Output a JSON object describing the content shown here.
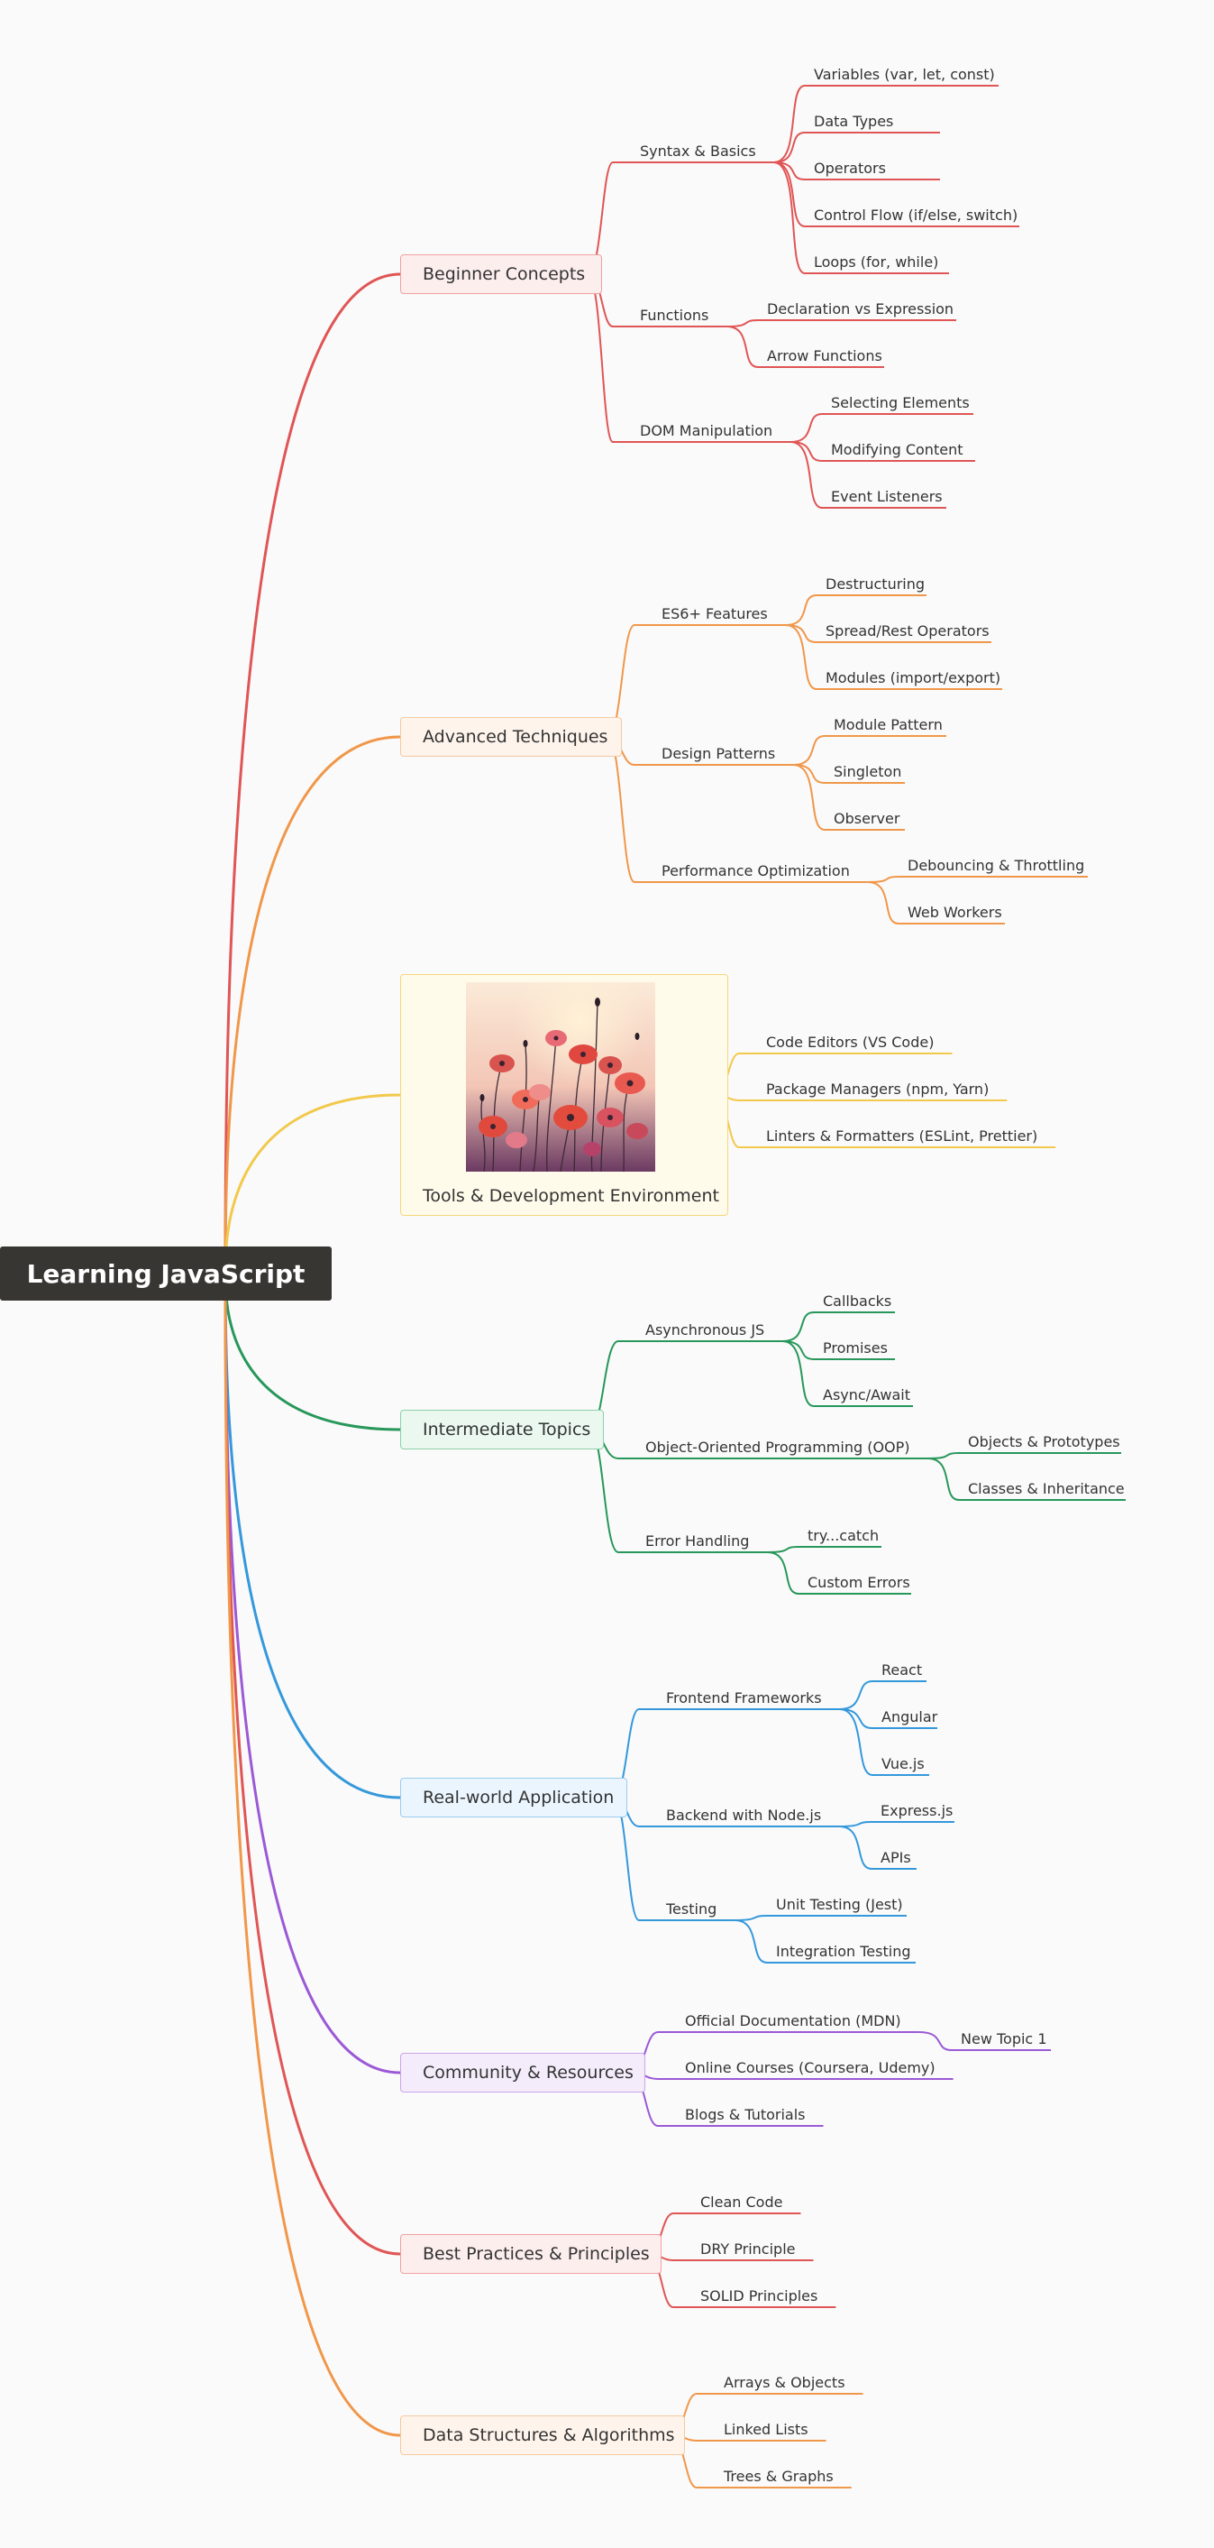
{
  "root": {
    "title": "Learning JavaScript"
  },
  "branches": [
    {
      "label": "Beginner Concepts",
      "color": "#e05555",
      "children": [
        {
          "label": "Syntax & Basics",
          "children": [
            "Variables (var, let, const)",
            "Data Types",
            "Operators",
            "Control Flow (if/else, switch)",
            "Loops (for, while)"
          ]
        },
        {
          "label": "Functions",
          "children": [
            "Declaration vs Expression",
            "Arrow Functions"
          ]
        },
        {
          "label": "DOM Manipulation",
          "children": [
            "Selecting Elements",
            "Modifying Content",
            "Event Listeners"
          ]
        }
      ]
    },
    {
      "label": "Advanced Techniques",
      "color": "#f0974a",
      "children": [
        {
          "label": "ES6+ Features",
          "children": [
            "Destructuring",
            "Spread/Rest Operators",
            "Modules (import/export)"
          ]
        },
        {
          "label": "Design Patterns",
          "children": [
            "Module Pattern",
            "Singleton",
            "Observer"
          ]
        },
        {
          "label": "Performance Optimization",
          "children": [
            "Debouncing & Throttling",
            "Web Workers"
          ]
        }
      ]
    },
    {
      "label": "Tools & Development Environment",
      "color": "#f2c94c",
      "image": "poppy-flowers-watercolor",
      "children": [
        {
          "label": "Code Editors (VS Code)"
        },
        {
          "label": "Package Managers (npm, Yarn)"
        },
        {
          "label": "Linters & Formatters (ESLint, Prettier)"
        }
      ]
    },
    {
      "label": "Intermediate Topics",
      "color": "#27975a",
      "children": [
        {
          "label": "Asynchronous JS",
          "children": [
            "Callbacks",
            "Promises",
            "Async/Await"
          ]
        },
        {
          "label": "Object-Oriented Programming (OOP)",
          "children": [
            "Objects & Prototypes",
            "Classes & Inheritance"
          ]
        },
        {
          "label": "Error Handling",
          "children": [
            "try...catch",
            "Custom Errors"
          ]
        }
      ]
    },
    {
      "label": "Real-world Application",
      "color": "#3498db",
      "children": [
        {
          "label": "Frontend Frameworks",
          "children": [
            "React",
            "Angular",
            "Vue.js"
          ]
        },
        {
          "label": "Backend with Node.js",
          "children": [
            "Express.js",
            "APIs"
          ]
        },
        {
          "label": "Testing",
          "children": [
            "Unit Testing (Jest)",
            "Integration Testing"
          ]
        }
      ]
    },
    {
      "label": "Community & Resources",
      "color": "#9b59d6",
      "children": [
        {
          "label": "Official Documentation (MDN)",
          "children": [
            "New Topic 1"
          ]
        },
        {
          "label": "Online Courses (Coursera, Udemy)"
        },
        {
          "label": "Blogs & Tutorials"
        }
      ]
    },
    {
      "label": "Best Practices & Principles",
      "color": "#e05555",
      "children": [
        {
          "label": "Clean Code"
        },
        {
          "label": "DRY Principle"
        },
        {
          "label": "SOLID Principles"
        }
      ]
    },
    {
      "label": "Data Structures & Algorithms",
      "color": "#f0974a",
      "children": [
        {
          "label": "Arrays & Objects"
        },
        {
          "label": "Linked Lists"
        },
        {
          "label": "Trees & Graphs"
        }
      ]
    }
  ]
}
